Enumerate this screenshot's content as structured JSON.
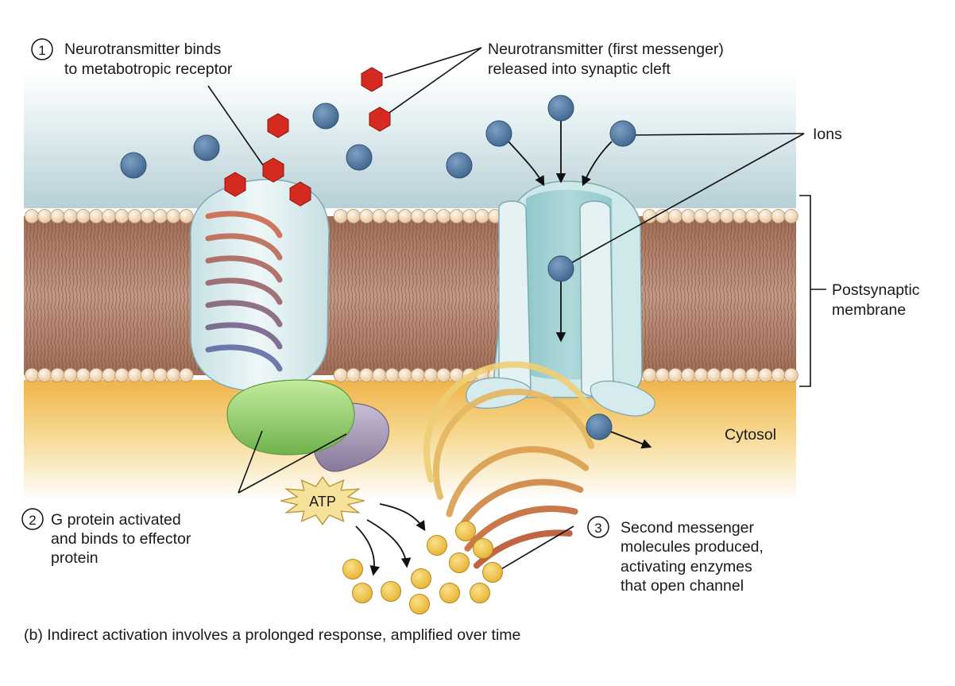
{
  "labels": {
    "step1_number": "1",
    "step1_line1": "Neurotransmitter binds",
    "step1_line2": "to metabotropic receptor",
    "nt_line1": "Neurotransmitter (first messenger)",
    "nt_line2": "released into synaptic cleft",
    "ions": "Ions",
    "membrane_line1": "Postsynaptic",
    "membrane_line2": "membrane",
    "cytosol": "Cytosol",
    "atp": "ATP",
    "step2_number": "2",
    "step2_line1": "G protein activated",
    "step2_line2": "and binds to effector",
    "step2_line3": "protein",
    "step3_number": "3",
    "step3_line1": "Second messenger",
    "step3_line2": "molecules produced,",
    "step3_line3": "activating enzymes",
    "step3_line4": "that open channel"
  },
  "caption": "(b) Indirect activation involves a prolonged response, amplified over time",
  "colors": {
    "neurotransmitter": "#d42a1f",
    "ion": "#587ea6",
    "second_messenger": "#f2c84a",
    "g_protein": "#8fcf6a",
    "effector_protein": "#9c8fae",
    "channel": "#bfe0e3",
    "receptor": "#d7ecee",
    "phospholipid_head": "#f1dcc0",
    "membrane_tails": "#b88972",
    "cytosol": "#f0c45c"
  }
}
